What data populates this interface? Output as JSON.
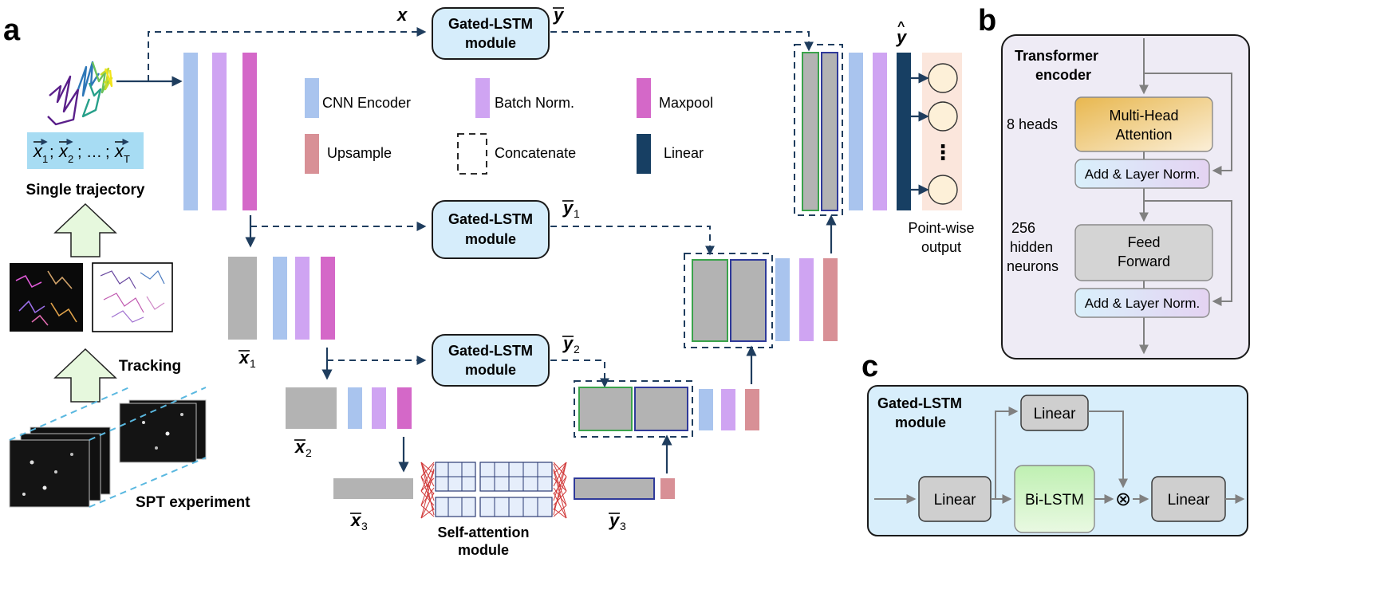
{
  "panels": {
    "a": "a",
    "b": "b",
    "c": "c"
  },
  "colors": {
    "cnn_encoder": "#a9c4ee",
    "batch_norm": "#cfa4f2",
    "maxpool": "#d468c8",
    "upsample": "#d89096",
    "linear": "#173f63",
    "feature": "#b3b3b3",
    "module_fill": "#d6edfb",
    "arrow": "#1f3d5e",
    "gray_arrow": "#808080",
    "box_green": "#3aa34b",
    "box_blue": "#2f3a9a",
    "grid_fill": "#e6eefb",
    "grid_line": "#2b3a73",
    "attn_lines": "#d13a3a",
    "output_bg": "#fbe6dc",
    "panel_b_bg": "#eeebf5",
    "panel_c_bg": "#d8eefb"
  },
  "legend": {
    "cnn_encoder": "CNN Encoder",
    "batch_norm": "Batch Norm.",
    "maxpool": "Maxpool",
    "upsample": "Upsample",
    "concatenate": "Concatenate",
    "linear": "Linear"
  },
  "modules": {
    "gated_lstm_line1": "Gated-LSTM",
    "gated_lstm_line2": "module",
    "self_attention_line1": "Self-attention",
    "self_attention_line2": "module"
  },
  "symbols": {
    "x": "x",
    "y_bar": "y",
    "y_hat": "y",
    "bar": "‾",
    "hat": "^",
    "sub1": "1",
    "sub2": "2",
    "sub3": "3"
  },
  "left": {
    "sequence_1": "x",
    "sequence_sub_1": "1",
    "sequence_2": "x",
    "sequence_sub_2": "2",
    "sequence_dots": "…",
    "sequence_sep": ";",
    "sequence_3": "x",
    "sequence_sub_3": "T",
    "single_trajectory": "Single trajectory",
    "tracking": "Tracking",
    "spt_experiment": "SPT  experiment"
  },
  "output": {
    "line1": "Point-wise",
    "line2": "output",
    "dots": "⋮"
  },
  "panel_b": {
    "title_line1": "Transformer",
    "title_line2": "encoder",
    "heads": "8 heads",
    "mha_line1": "Multi-Head",
    "mha_line2": "Attention",
    "add_norm": "Add & Layer Norm.",
    "hidden_line1": "256",
    "hidden_line2": "hidden",
    "hidden_line3": "neurons",
    "ff_line1": "Feed",
    "ff_line2": "Forward"
  },
  "panel_c": {
    "title_line1": "Gated-LSTM",
    "title_line2": "module",
    "linear": "Linear",
    "bilstm": "Bi-LSTM",
    "multiply": "⊗"
  }
}
